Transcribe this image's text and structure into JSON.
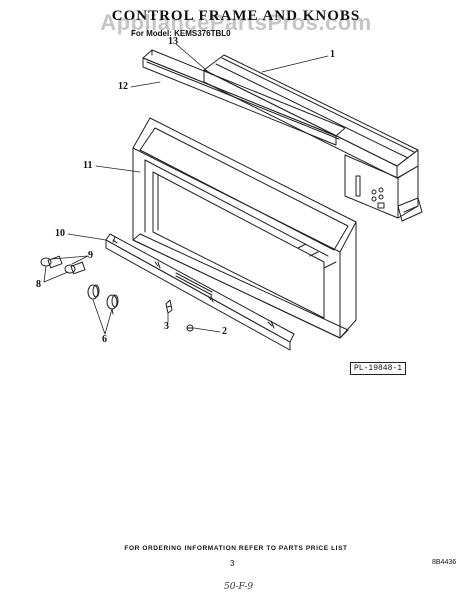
{
  "header": {
    "watermark": "AppliancePartsPros.com",
    "title": "CONTROL FRAME AND KNOBS",
    "model_line": "For Model: KEMS376TBL0"
  },
  "callouts": {
    "c1": "1",
    "c2": "2",
    "c3": "3",
    "c6": "6",
    "c8": "8",
    "c9": "9",
    "c10": "10",
    "c11": "11",
    "c12": "12",
    "c13": "13"
  },
  "plate_code": "PL-19848-1",
  "footer": {
    "instruction": "FOR ORDERING INFORMATION REFER TO PARTS PRICE LIST",
    "page_number": "3",
    "doc_code": "8B4436",
    "handwritten_note": "50-F-9"
  },
  "colors": {
    "line": "#222222",
    "watermark": "#9a9a9a"
  }
}
